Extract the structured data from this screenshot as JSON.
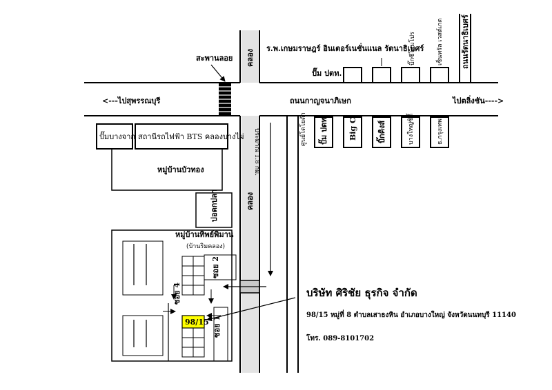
{
  "map": {
    "canal_label": "คลอง",
    "floating_bridge": "สะพานลอย",
    "hospital": "ร.พ.เกษมราษฎร์ อินเตอร์เนชั่นแนล รัตนาธิเบศร์",
    "gas_station_top": "ปั๊ม ปตท.",
    "shop_top_1": "บิ๊กซีโฮมโปร",
    "shop_top_2": "เซ็นทรัล เวสต์เกต",
    "rattanathibet_road": "ถนนรัตนาธิเบศร์",
    "to_suphanburi": "<---ไปสุพรรณบุรี",
    "kanchanaphisek_road": "ถนนกาญจนาภิเษก",
    "to_taling_chan": "ไปตลิ่งชัน---->",
    "bang_rak_pump": "ปั๊มบางจาก",
    "bts_station": "สถานีรถไฟฟ้า BTS  คลองบางไผ่",
    "village_buathong": "หมู่บ้านบัวทอง",
    "distance": "ประมาณ 1.8 กม.",
    "bottom_shops": [
      "ศูนย์โตโยต้า",
      "ปั๊ม ปตท.",
      "Big C",
      "บิ๊กคิงส์",
      "บางใหญ่ซิตี้",
      "ธ.กรุงเทพ"
    ],
    "fish_pond": "บ่อตกปลา",
    "village_thipphiman": "หมู่บ้านทิพย์พิมาน",
    "village_note": "(บ้านริมคลอง)",
    "soi_1": "ซอย 1",
    "soi_2": "ซอย 2",
    "soi_4": "ซอย 4",
    "house_number": "98/15",
    "highlight_color": "#ffff00"
  },
  "company": {
    "name": "บริษัท  ศิริชัย  ธุรกิจ  จำกัด",
    "address": "98/15  หมู่ที่ 8  ตำบลเสาธงหิน อำเภอบางใหญ่ จังหวัดนนทบุรี 11140",
    "phone": "โทร.  089-8101702"
  }
}
